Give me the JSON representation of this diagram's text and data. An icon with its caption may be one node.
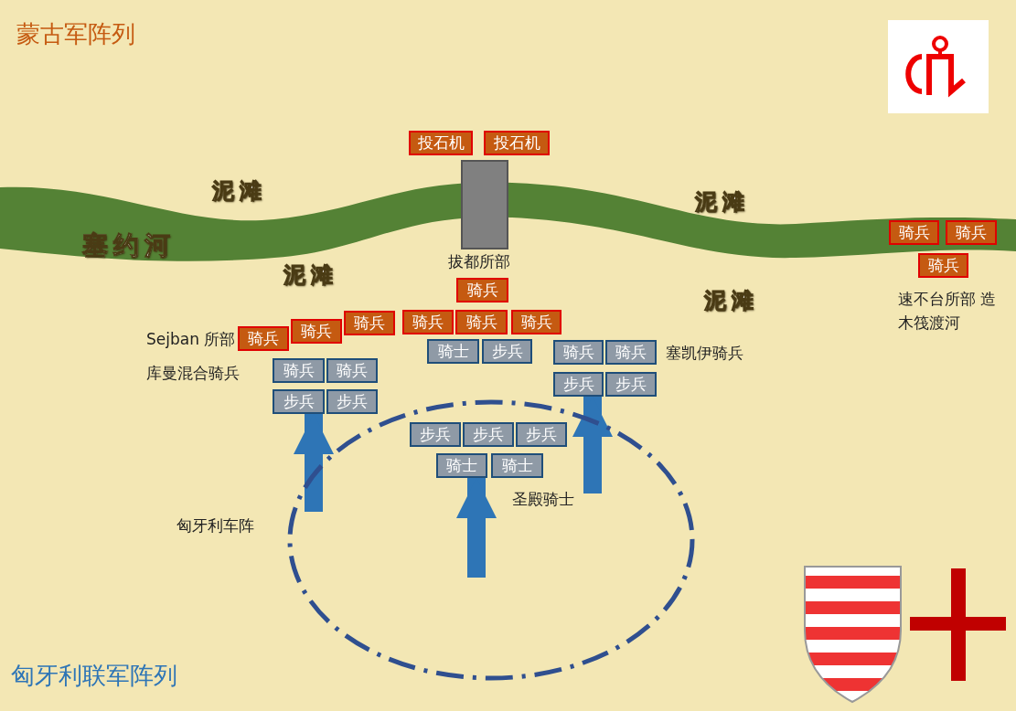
{
  "diagram": {
    "nodes": [
      {
        "text": [
          "投石机"
        ]
      },
      {
        "text": [
          "投石机"
        ]
      },
      {
        "text": [
          "骑兵"
        ]
      },
      {
        "text": [
          "骑兵"
        ]
      },
      {
        "text": [
          "骑兵"
        ]
      },
      {
        "text": [
          "骑兵"
        ]
      },
      {
        "text": [
          "骑兵"
        ]
      },
      {
        "text": [
          "骑兵"
        ]
      },
      {
        "text": [
          "骑兵"
        ]
      },
      {
        "text": [
          "骑兵"
        ]
      },
      {
        "text": [
          "骑兵"
        ]
      },
      {
        "text": [
          "骑兵"
        ]
      },
      {
        "text": [
          "骑士"
        ]
      },
      {
        "text": [
          "步兵"
        ]
      },
      {
        "text": [
          "骑兵"
        ]
      },
      {
        "text": [
          "骑兵"
        ]
      },
      {
        "text": [
          "骑兵"
        ]
      },
      {
        "text": [
          "骑兵"
        ]
      },
      {
        "text": [
          "步兵"
        ]
      },
      {
        "text": [
          "步兵"
        ]
      },
      {
        "text": [
          "步兵"
        ]
      },
      {
        "text": [
          "步兵"
        ]
      },
      {
        "text": [
          "匈牙利车阵"
        ]
      },
      {
        "text": [
          "步兵"
        ],
        "in": 22
      },
      {
        "text": [
          "步兵"
        ],
        "in": 22
      },
      {
        "text": [
          "步兵"
        ],
        "in": 22
      },
      {
        "text": [
          "骑士"
        ],
        "in": 22
      },
      {
        "text": [
          "骑士"
        ],
        "in": 22
      },
      {
        "text": [],
        "shape": "bar"
      }
    ],
    "edges": [
      {
        "from": null,
        "to": 20,
        "arrow": "to"
      },
      {
        "from": null,
        "to": 26,
        "arrow": "to"
      },
      {
        "from": null,
        "to": 18,
        "arrow": "to"
      }
    ],
    "labels": [
      "蒙古军阵列",
      "泥滩",
      "泥滩",
      "塞约河",
      "拔都所部",
      "泥滩",
      "泥滩",
      "速不台所部 造木筏渡河",
      "Sejban 所部",
      "塞凯伊骑兵",
      "库曼混合骑兵",
      "圣殿骑士",
      "匈牙利联军阵列"
    ]
  }
}
